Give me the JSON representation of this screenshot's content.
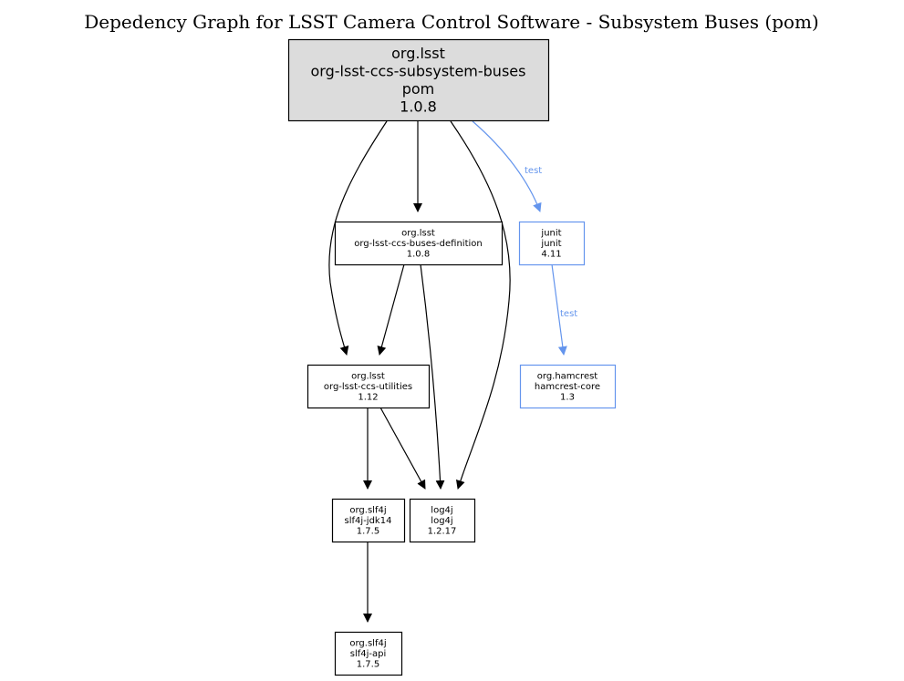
{
  "title": "Depedency Graph for LSST Camera Control Software - Subsystem Buses (pom)",
  "colors": {
    "edge_default": "#000000",
    "edge_test": "#6495ed",
    "root_fill": "#dcdcdc",
    "node_border": "#000000",
    "test_node_border": "#6495ed",
    "test_text": "#6495ed"
  },
  "nodes": [
    {
      "id": "root",
      "lines": [
        "org.lsst",
        "org-lsst-ccs-subsystem-buses",
        "pom",
        "1.0.8"
      ],
      "scope": "root"
    },
    {
      "id": "buses-definition",
      "lines": [
        "org.lsst",
        "org-lsst-ccs-buses-definition",
        "1.0.8"
      ],
      "scope": "compile"
    },
    {
      "id": "junit",
      "lines": [
        "junit",
        "junit",
        "4.11"
      ],
      "scope": "test"
    },
    {
      "id": "utilities",
      "lines": [
        "org.lsst",
        "org-lsst-ccs-utilities",
        "1.12"
      ],
      "scope": "compile"
    },
    {
      "id": "hamcrest",
      "lines": [
        "org.hamcrest",
        "hamcrest-core",
        "1.3"
      ],
      "scope": "test"
    },
    {
      "id": "slf4j-jdk14",
      "lines": [
        "org.slf4j",
        "slf4j-jdk14",
        "1.7.5"
      ],
      "scope": "compile"
    },
    {
      "id": "log4j",
      "lines": [
        "log4j",
        "log4j",
        "1.2.17"
      ],
      "scope": "compile"
    },
    {
      "id": "slf4j-api",
      "lines": [
        "org.slf4j",
        "slf4j-api",
        "1.7.5"
      ],
      "scope": "compile"
    }
  ],
  "edges": [
    {
      "from": "root",
      "to": "buses-definition",
      "label": ""
    },
    {
      "from": "root",
      "to": "utilities",
      "label": ""
    },
    {
      "from": "root",
      "to": "log4j",
      "label": ""
    },
    {
      "from": "root",
      "to": "junit",
      "label": "test"
    },
    {
      "from": "buses-definition",
      "to": "utilities",
      "label": ""
    },
    {
      "from": "buses-definition",
      "to": "log4j",
      "label": ""
    },
    {
      "from": "junit",
      "to": "hamcrest",
      "label": "test"
    },
    {
      "from": "utilities",
      "to": "slf4j-jdk14",
      "label": ""
    },
    {
      "from": "utilities",
      "to": "log4j",
      "label": ""
    },
    {
      "from": "slf4j-jdk14",
      "to": "slf4j-api",
      "label": ""
    }
  ]
}
